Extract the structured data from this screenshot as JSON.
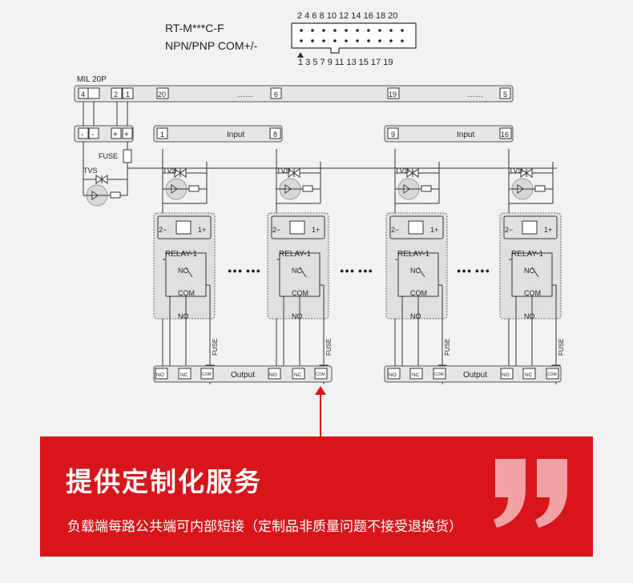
{
  "header": {
    "model": "RT-M***C-F",
    "type": "NPN/PNP COM+/-",
    "pins_top": "2 4 6 8 10 12 14 16 18 20",
    "pins_bottom": "1 3 5 7 9 11 13 15 17 19"
  },
  "connector": {
    "label": "MIL 20P",
    "pins": [
      "4",
      "2",
      "1",
      "20",
      "6",
      "19",
      "5"
    ],
    "dots": "……"
  },
  "terminals": {
    "minus": "-",
    "plus": "+"
  },
  "fuse_label": "FUSE",
  "tvs_label": "TVS",
  "input_block": {
    "label": "Input",
    "pins_left": [
      "1",
      "8"
    ],
    "pins_right": [
      "9",
      "16"
    ]
  },
  "relay": {
    "name": "RELAY-1",
    "coil_neg": "2−",
    "coil_pos": "1+",
    "nc": "NC",
    "com": "COM",
    "no": "NO"
  },
  "ellipsis": "●●● ●●●",
  "output_block": {
    "label": "Output",
    "no": "NO",
    "nc": "NC",
    "com": "COM"
  },
  "banner": {
    "title": "提供定制化服务",
    "subtitle": "负载端每路公共端可内部短接（定制品非质量问题不接受退换货）"
  },
  "colors": {
    "accent": "#d7151b",
    "line": "#333333",
    "block": "#e6e6e6"
  }
}
